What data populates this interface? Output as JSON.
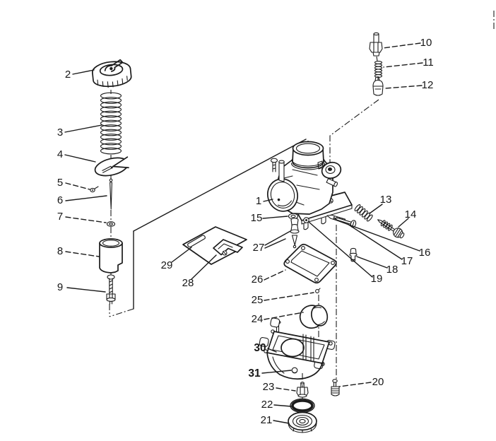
{
  "figure": {
    "kind": "exploded parts diagram",
    "callout_count": 31
  },
  "colors": {
    "background": "#ffffff",
    "ink": "#1b1b1b"
  },
  "callouts": [
    {
      "label": "1"
    },
    {
      "label": "2"
    },
    {
      "label": "3"
    },
    {
      "label": "4"
    },
    {
      "label": "5"
    },
    {
      "label": "6"
    },
    {
      "label": "7"
    },
    {
      "label": "8"
    },
    {
      "label": "9"
    },
    {
      "label": "10"
    },
    {
      "label": "11"
    },
    {
      "label": "12"
    },
    {
      "label": "13"
    },
    {
      "label": "14"
    },
    {
      "label": "15"
    },
    {
      "label": "16"
    },
    {
      "label": "17"
    },
    {
      "label": "18"
    },
    {
      "label": "19"
    },
    {
      "label": "20"
    },
    {
      "label": "21"
    },
    {
      "label": "22"
    },
    {
      "label": "23"
    },
    {
      "label": "24"
    },
    {
      "label": "25"
    },
    {
      "label": "26"
    },
    {
      "label": "27"
    },
    {
      "label": "28"
    },
    {
      "label": "29"
    },
    {
      "label": "30",
      "emphasis": true
    },
    {
      "label": "31",
      "emphasis": true
    }
  ]
}
